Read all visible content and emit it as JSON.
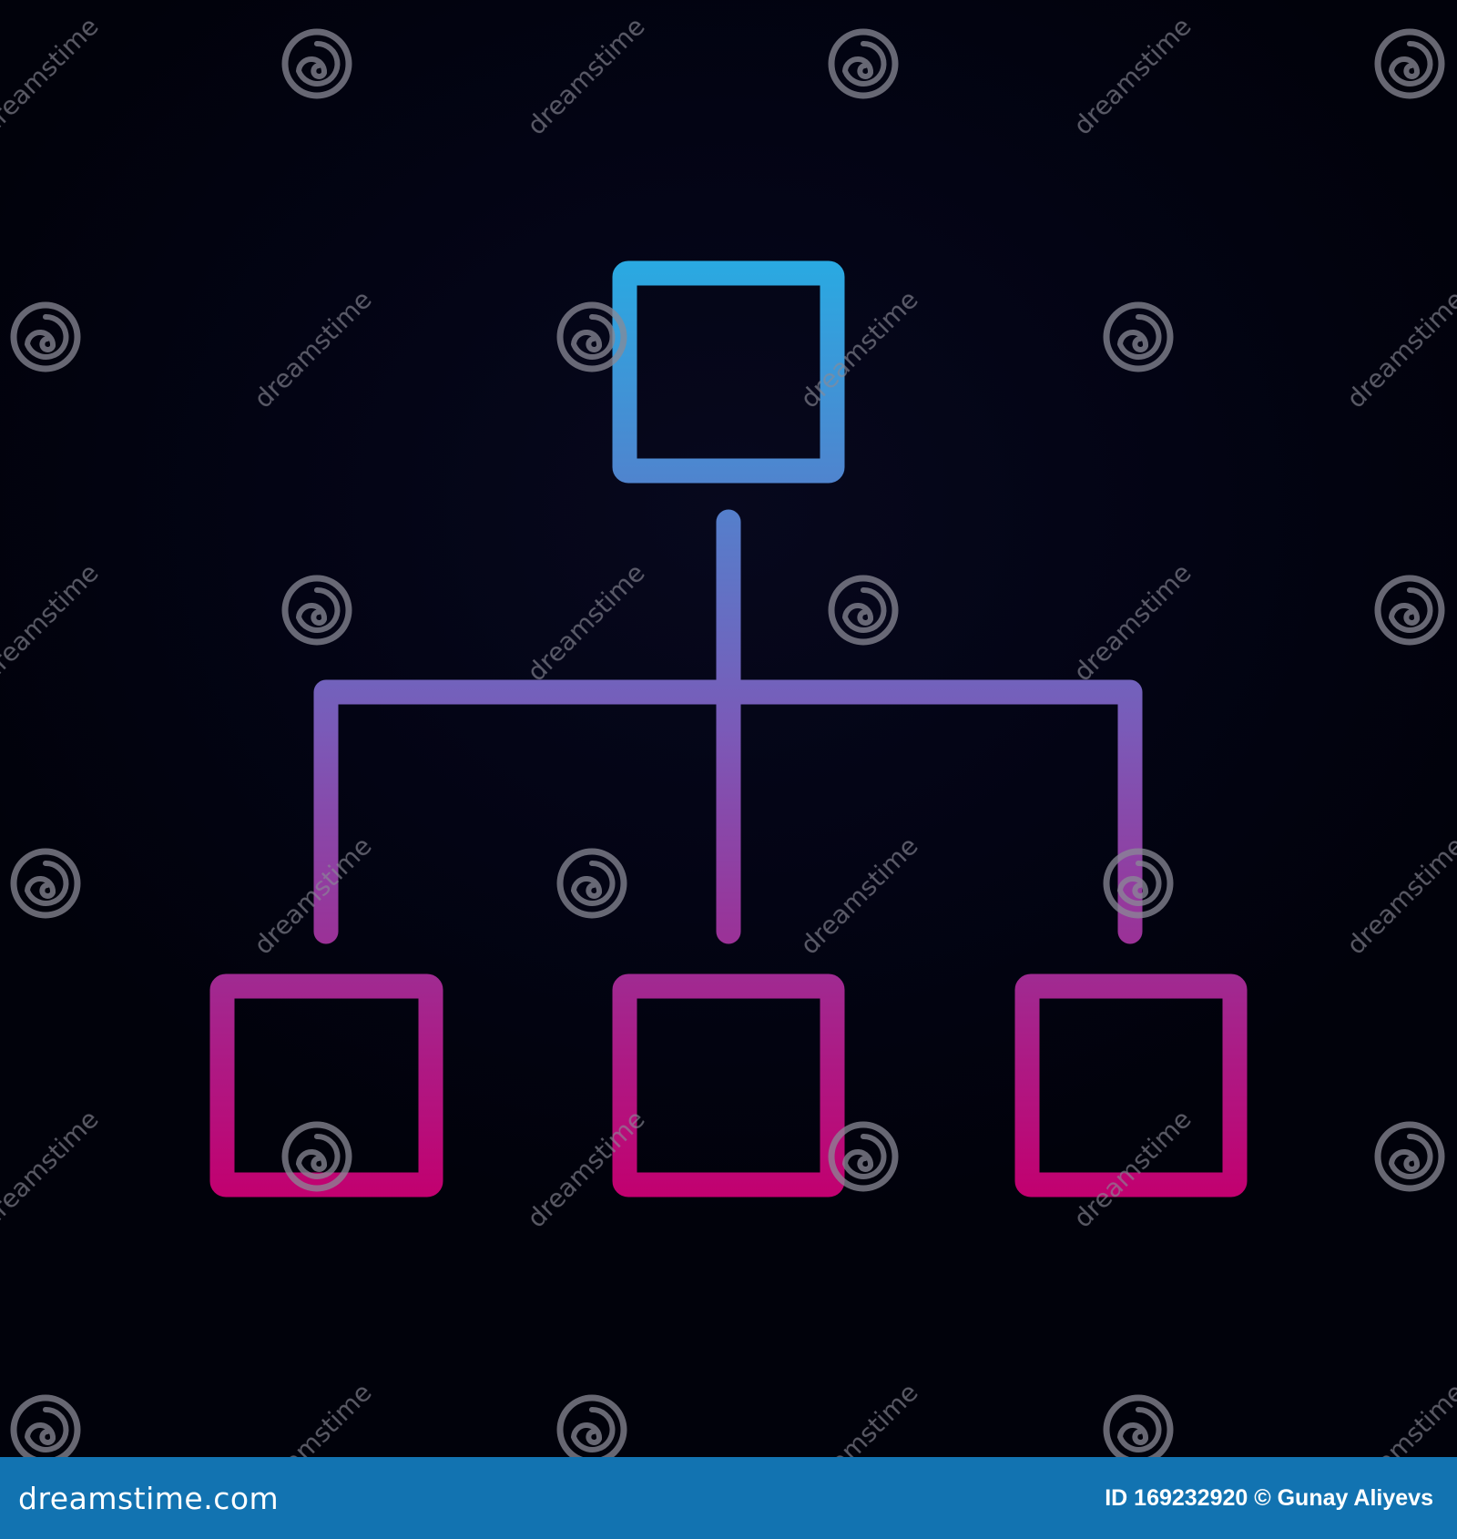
{
  "icon": {
    "name": "hierarchy-org-chart-icon",
    "gradient": [
      "#29aae2",
      "#7a5ab8",
      "#c2006f"
    ],
    "top_box": 1,
    "bottom_boxes": 3
  },
  "background_color": "#02030f",
  "watermark": {
    "text": "dreamstime",
    "logo": "spiral-logo-icon",
    "color": "#8a8a96"
  },
  "footer": {
    "brand": "dreamstime.com",
    "credit": "ID 169232920 © Gunay Aliyevs",
    "background_color": "#1273b1"
  }
}
